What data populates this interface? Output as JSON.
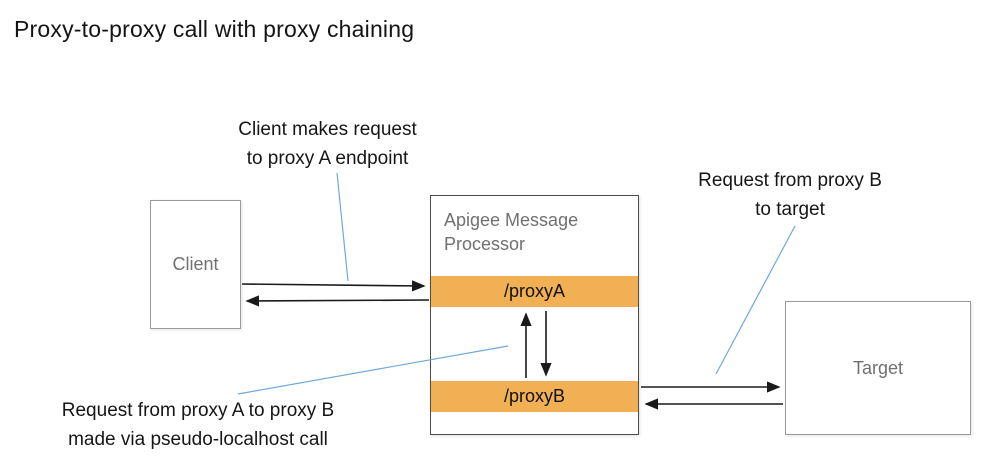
{
  "title": "Proxy-to-proxy call with proxy chaining",
  "colors": {
    "bar_orange": "#f0b053",
    "leader_blue": "#6fa8dc",
    "arrow_black": "#1a1a1a",
    "box_border_gray": "#9b9b9b",
    "box_text_gray": "#707070"
  },
  "nodes": {
    "client": {
      "label": "Client"
    },
    "processor": {
      "label": "Apigee Message Processor"
    },
    "proxy_a": {
      "label": "/proxyA"
    },
    "proxy_b": {
      "label": "/proxyB"
    },
    "target": {
      "label": "Target"
    }
  },
  "annotations": {
    "client_request": "Client makes request\nto proxy A endpoint",
    "proxy_b_to_target": "Request from proxy B\nto target",
    "proxy_a_to_b": "Request from proxy A to proxy B\nmade via pseudo-localhost call"
  }
}
